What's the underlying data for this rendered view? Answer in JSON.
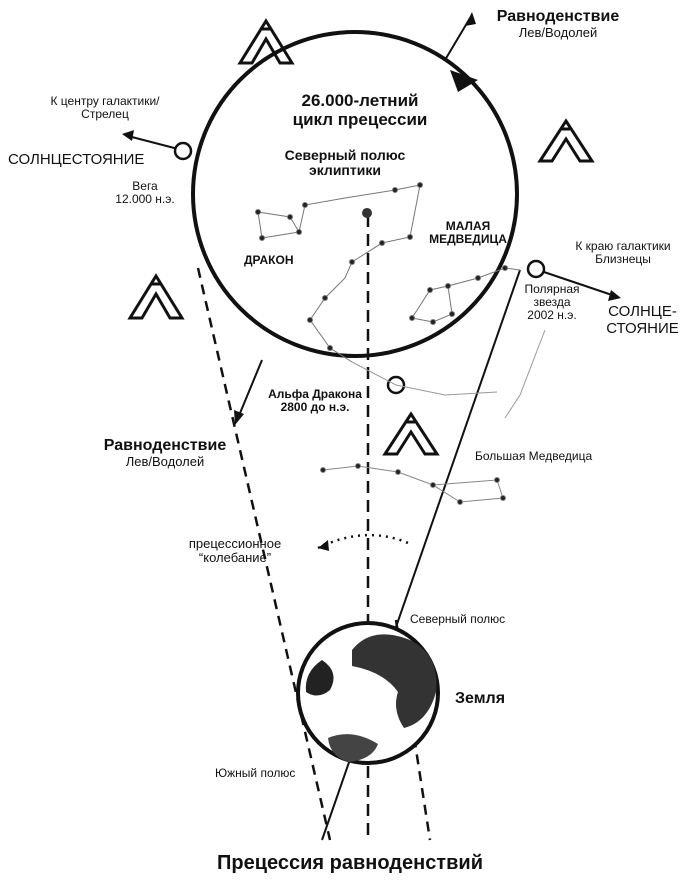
{
  "title": "Прецессия равноденствий",
  "cycle": {
    "line1": "26.000-летний",
    "line2": "цикл прецессии"
  },
  "ecliptic_pole": {
    "line1": "Северный полюс",
    "line2": "эклиптики"
  },
  "equinox_top": {
    "line1": "Равноденствие",
    "line2": "Лев/Водолей"
  },
  "equinox_bottom": {
    "line1": "Равноденствие",
    "line2": "Лев/Водолей"
  },
  "galaxy_center": {
    "line1": "К центру галактики/",
    "line2": "Стрелец"
  },
  "galaxy_edge": {
    "line1": "К краю галактики",
    "line2": "Близнецы"
  },
  "solstice_left": "СОЛНЦЕСТОЯНИЕ",
  "solstice_right": {
    "line1": "СОЛНЦЕ-",
    "line2": "СТОЯНИЕ"
  },
  "vega": {
    "line1": "Вега",
    "line2": "12.000 н.э."
  },
  "polaris": {
    "line1": "Полярная",
    "line2": "звезда",
    "line3": "2002 н.э."
  },
  "thuban": {
    "line1": "Альфа Дракона",
    "line2": "2800 до н.э."
  },
  "draco": "ДРАКОН",
  "ursa_minor": {
    "line1": "МАЛАЯ",
    "line2": "МЕДВЕДИЦА"
  },
  "ursa_major": "Большая Медведица",
  "wobble": {
    "line1": "прецессионное",
    "line2": "“колебание”"
  },
  "north_pole": "Северный полюс",
  "south_pole": "Южный полюс",
  "earth": "Земля"
}
